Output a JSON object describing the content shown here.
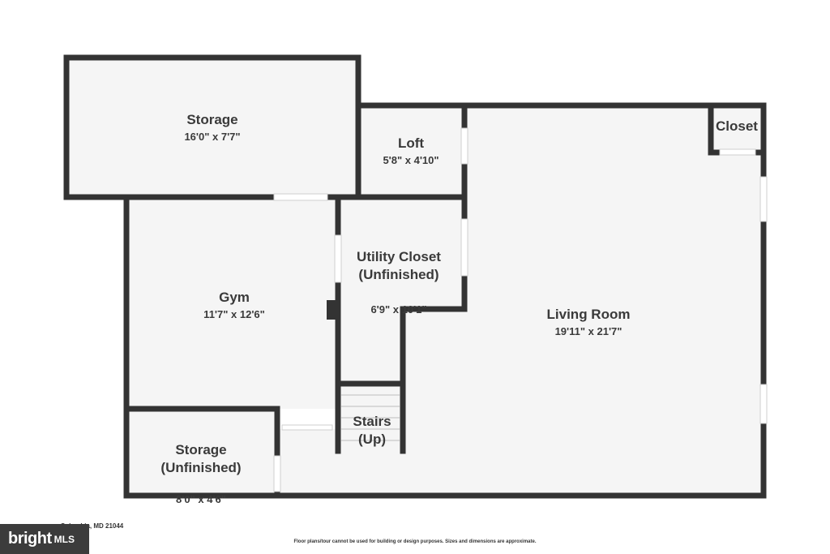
{
  "plan": {
    "colors": {
      "wall": "#333333",
      "floor": "#f5f5f5",
      "opening": "#ffffff"
    },
    "rooms": [
      {
        "id": "storage-top",
        "name": "Storage",
        "dims": "16'0\" x 7'7\""
      },
      {
        "id": "loft",
        "name": "Loft",
        "dims": "5'8\" x 4'10\""
      },
      {
        "id": "closet",
        "name": "Closet",
        "dims": ""
      },
      {
        "id": "utility",
        "name": "Utility Closet\n(Unfinished)",
        "dims": "6'9\" x 10'1\""
      },
      {
        "id": "gym",
        "name": "Gym",
        "dims": "11'7\" x 12'6\""
      },
      {
        "id": "living",
        "name": "Living Room",
        "dims": "19'11\" x 21'7\""
      },
      {
        "id": "stairs",
        "name": "Stairs\n(Up)",
        "dims": ""
      },
      {
        "id": "storage-bottom",
        "name": "Storage\n(Unfinished)",
        "dims": "8'0\" x 4'6\""
      }
    ]
  },
  "footer": {
    "address": "…, Columbia, MD 21044",
    "disclaimer": "Floor plans/tour cannot be used for building or design purposes. Sizes and dimensions are approximate.",
    "logo_word": "bright",
    "logo_suffix": "MLS"
  }
}
